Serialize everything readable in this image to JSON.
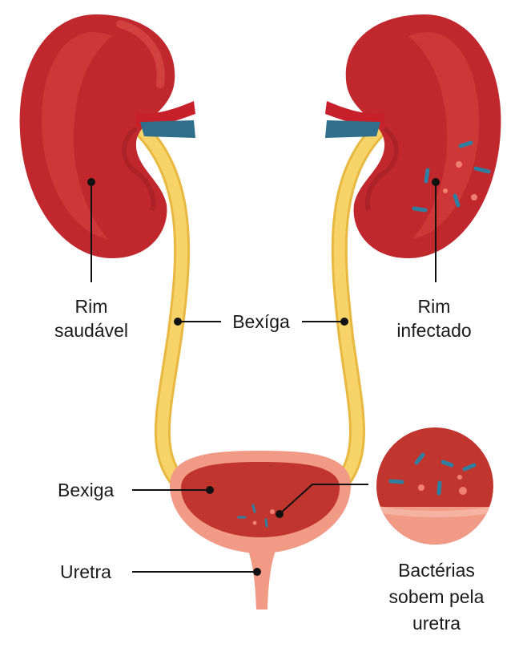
{
  "labels": {
    "healthy_kidney": {
      "line1": "Rim",
      "line2": "saudável"
    },
    "infected_kidney": {
      "line1": "Rim",
      "line2": "infectado"
    },
    "ureter": "Bexíga",
    "bladder": "Bexiga",
    "urethra": "Uretra",
    "bacteria_note": {
      "line1": "Bactérias",
      "line2": "sobem pela",
      "line3": "uretra"
    }
  },
  "colors": {
    "kidney": "#c0282e",
    "kidney_dark": "#9c1f25",
    "kidney_light": "#d9443f",
    "ureter": "#f6d46a",
    "ureter_edge": "#e8b840",
    "artery": "#c8202a",
    "vein": "#2f6f8c",
    "bladder_outer": "#f19a85",
    "bladder_inner": "#c0362f",
    "bacteria": "#2f7fa0",
    "pus_dot": "#f08070"
  }
}
